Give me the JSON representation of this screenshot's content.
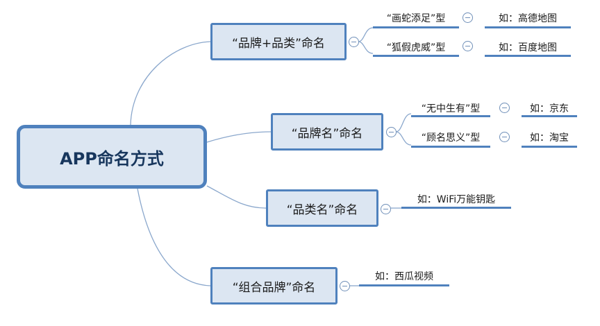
{
  "root": {
    "label": "APP命名方式"
  },
  "branches": [
    {
      "label": "“品牌+品类”命名",
      "children": [
        {
          "type_label": "“画蛇添足”型",
          "example": "如：高德地图"
        },
        {
          "type_label": "“狐假虎威”型",
          "example": "如：百度地图"
        }
      ]
    },
    {
      "label": "“品牌名”命名",
      "children": [
        {
          "type_label": "“无中生有”型",
          "example": "如：京东"
        },
        {
          "type_label": "“顾名思义”型",
          "example": "如：淘宝"
        }
      ]
    },
    {
      "label": "“品类名”命名",
      "example": "如：WiFi万能钥匙"
    },
    {
      "label": "“组合品牌”命名",
      "example": "如：西瓜视频"
    }
  ],
  "colors": {
    "node_border": "#4f81bd",
    "node_fill": "#dce6f2",
    "connector": "#8aa7cc"
  }
}
